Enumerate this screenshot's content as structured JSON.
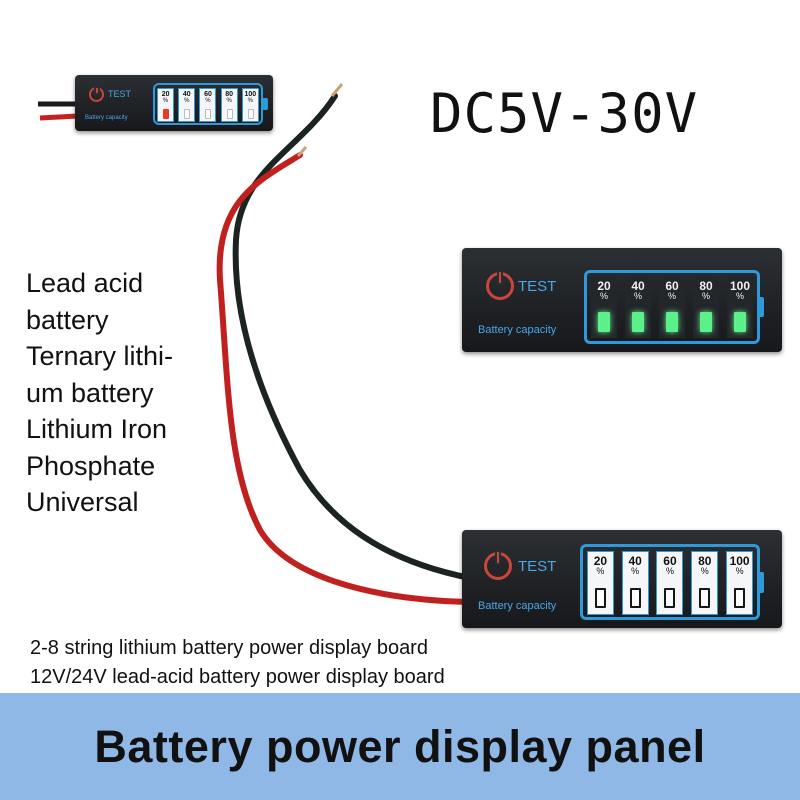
{
  "headline": "DC5V-30V",
  "battery_types": [
    "Lead acid",
    "battery",
    "Ternary lithi-",
    "um battery",
    "Lithium Iron",
    "Phosphate",
    "Universal"
  ],
  "captions": [
    "2-8 string lithium battery power display board",
    "12V/24V lead-acid battery power display board"
  ],
  "banner_title": "Battery power display panel",
  "board": {
    "test_label": "TEST",
    "capacity_label": "Battery capacity",
    "levels": [
      "20",
      "40",
      "60",
      "80",
      "100"
    ],
    "percent_symbol": "%"
  },
  "colors": {
    "led_green": "#5cf08a",
    "led_red": "#e63a2a",
    "led_off": "#f4f6f8",
    "accent_blue": "#2f9ad9",
    "banner": "#8fb8e6"
  }
}
